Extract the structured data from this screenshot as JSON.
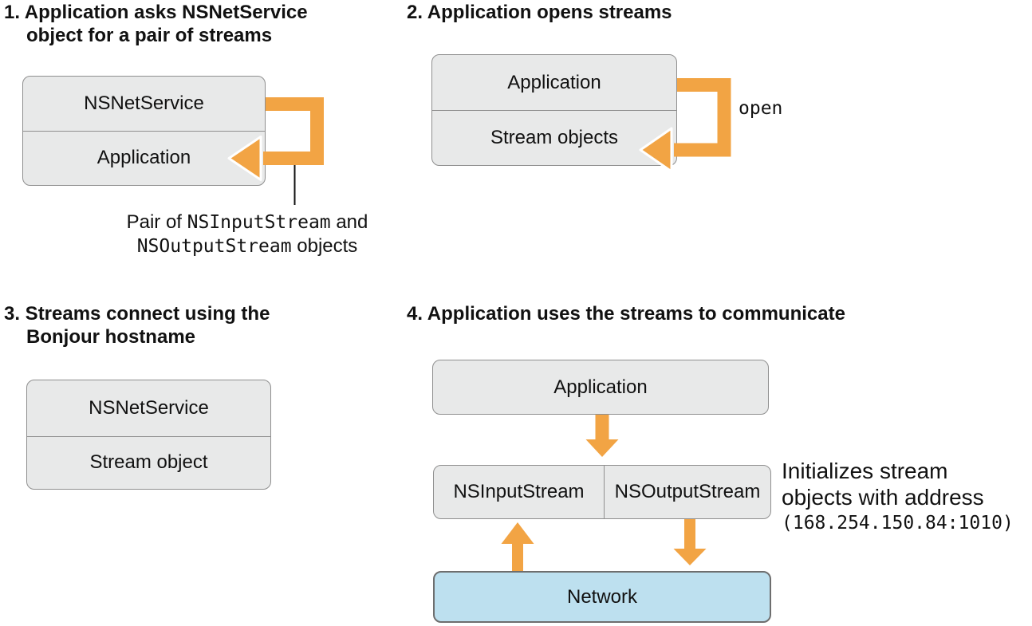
{
  "colors": {
    "orange": "#F2A444",
    "box-fill": "#E8E9E9",
    "box-border": "#8F8F8F",
    "network-fill": "#BDE0EF",
    "network-border": "#6E6E6E",
    "ink": "#111111"
  },
  "step1": {
    "heading_line1": "1. Application asks NSNetService",
    "heading_line2": "object for a pair of streams",
    "box_row1": "NSNetService",
    "box_row2": "Application",
    "caption_prefix": "Pair of ",
    "caption_code1": "NSInputStream",
    "caption_mid": " and",
    "caption_code2": "NSOutputStream",
    "caption_suffix": " objects"
  },
  "step2": {
    "heading": "2. Application opens streams",
    "box_row1": "Application",
    "box_row2": "Stream objects",
    "arrow_label": "open"
  },
  "step3": {
    "heading_line1": "3. Streams connect using the",
    "heading_line2": "Bonjour hostname",
    "box_row1": "NSNetService",
    "box_row2": "Stream object"
  },
  "step4": {
    "heading": "4. Application uses the streams to communicate",
    "app_box": "Application",
    "input_box": "NSInputStream",
    "output_box": "NSOutputStream",
    "network_box": "Network",
    "note_line1": "Initializes stream",
    "note_line2": "objects with address",
    "note_address": "(168.254.150.84:1010)"
  }
}
